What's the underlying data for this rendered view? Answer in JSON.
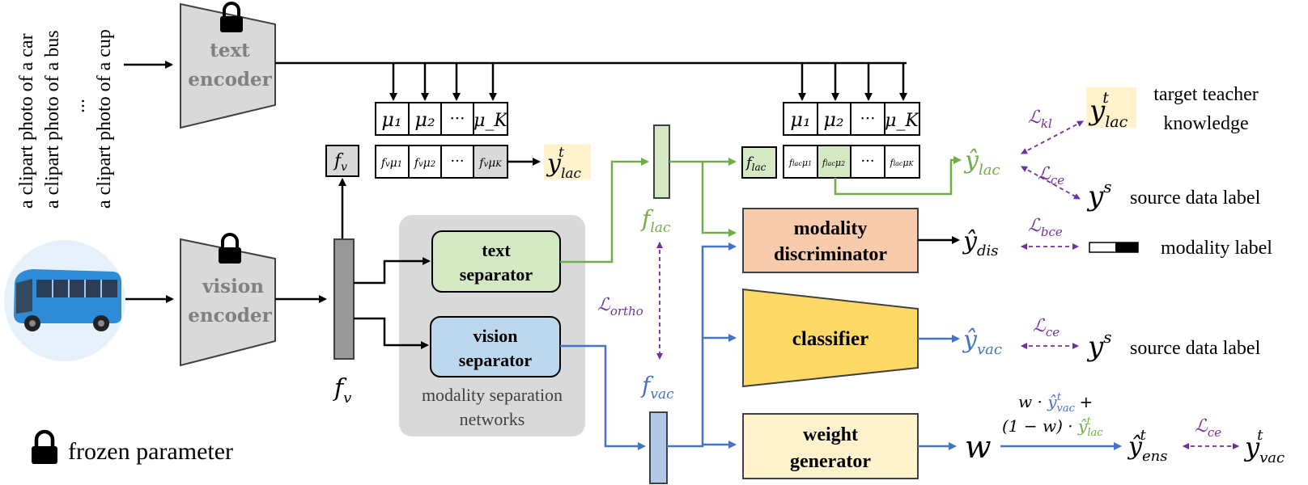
{
  "prompts": [
    "a clipart photo of a car",
    "a clipart photo of a bus",
    "...",
    "a clipart photo of a cup"
  ],
  "text_encoder": {
    "line1": "text",
    "line2": "encoder"
  },
  "vision_encoder": {
    "line1": "vision",
    "line2": "encoder"
  },
  "text_separator": {
    "line1": "text",
    "line2": "separator"
  },
  "vision_separator": {
    "line1": "vision",
    "line2": "separator"
  },
  "separation_group": {
    "line1": "modality separation",
    "line2": "networks"
  },
  "modality_discriminator": {
    "line1": "modality",
    "line2": "discriminator"
  },
  "classifier": {
    "label": "classifier"
  },
  "weight_generator": {
    "line1": "weight",
    "line2": "generator"
  },
  "legend": {
    "frozen": "frozen parameter"
  },
  "labels": {
    "target_teacher": {
      "line1": "target teacher",
      "line2": "knowledge"
    },
    "source_data_label_1": "source data label",
    "source_data_label_2": "source data label",
    "modality_label": "modality label"
  },
  "symbols": {
    "mu1": "μ₁",
    "mu2": "μ₂",
    "dots": "···",
    "muK": "μ_K",
    "fv": "f_v",
    "flac": "f_lac",
    "fvac": "f_vac",
    "y_lac_t": "y^t_lac",
    "y_hat_lac": "ŷ_lac",
    "y_hat_dis": "ŷ_dis",
    "y_hat_vac": "ŷ_vac",
    "y_s": "y^s",
    "w": "w",
    "y_hat_ens": "ŷ^t_ens",
    "y_vac_t": "y^t_vac",
    "L_kl": "L_kl",
    "L_ce": "L_ce",
    "L_bce": "L_bce",
    "L_ortho": "L_ortho",
    "ens_formula_1": "w · ŷ^t_vac +",
    "ens_formula_2": "(1 − w) · ŷ^t_lac"
  },
  "colors": {
    "green": "#70ad47",
    "blue": "#4472c4",
    "purple": "#7030a0",
    "encoder_gray": "#d9d9d9",
    "text_sep_fill": "#d5e8c4",
    "vision_sep_fill": "#bdd7ee",
    "discriminator_fill": "#f8cbad",
    "classifier_fill": "#ffd966",
    "weight_fill": "#fff2cc",
    "group_gray": "#d9d9d9",
    "highlight": "#fff2cc"
  }
}
